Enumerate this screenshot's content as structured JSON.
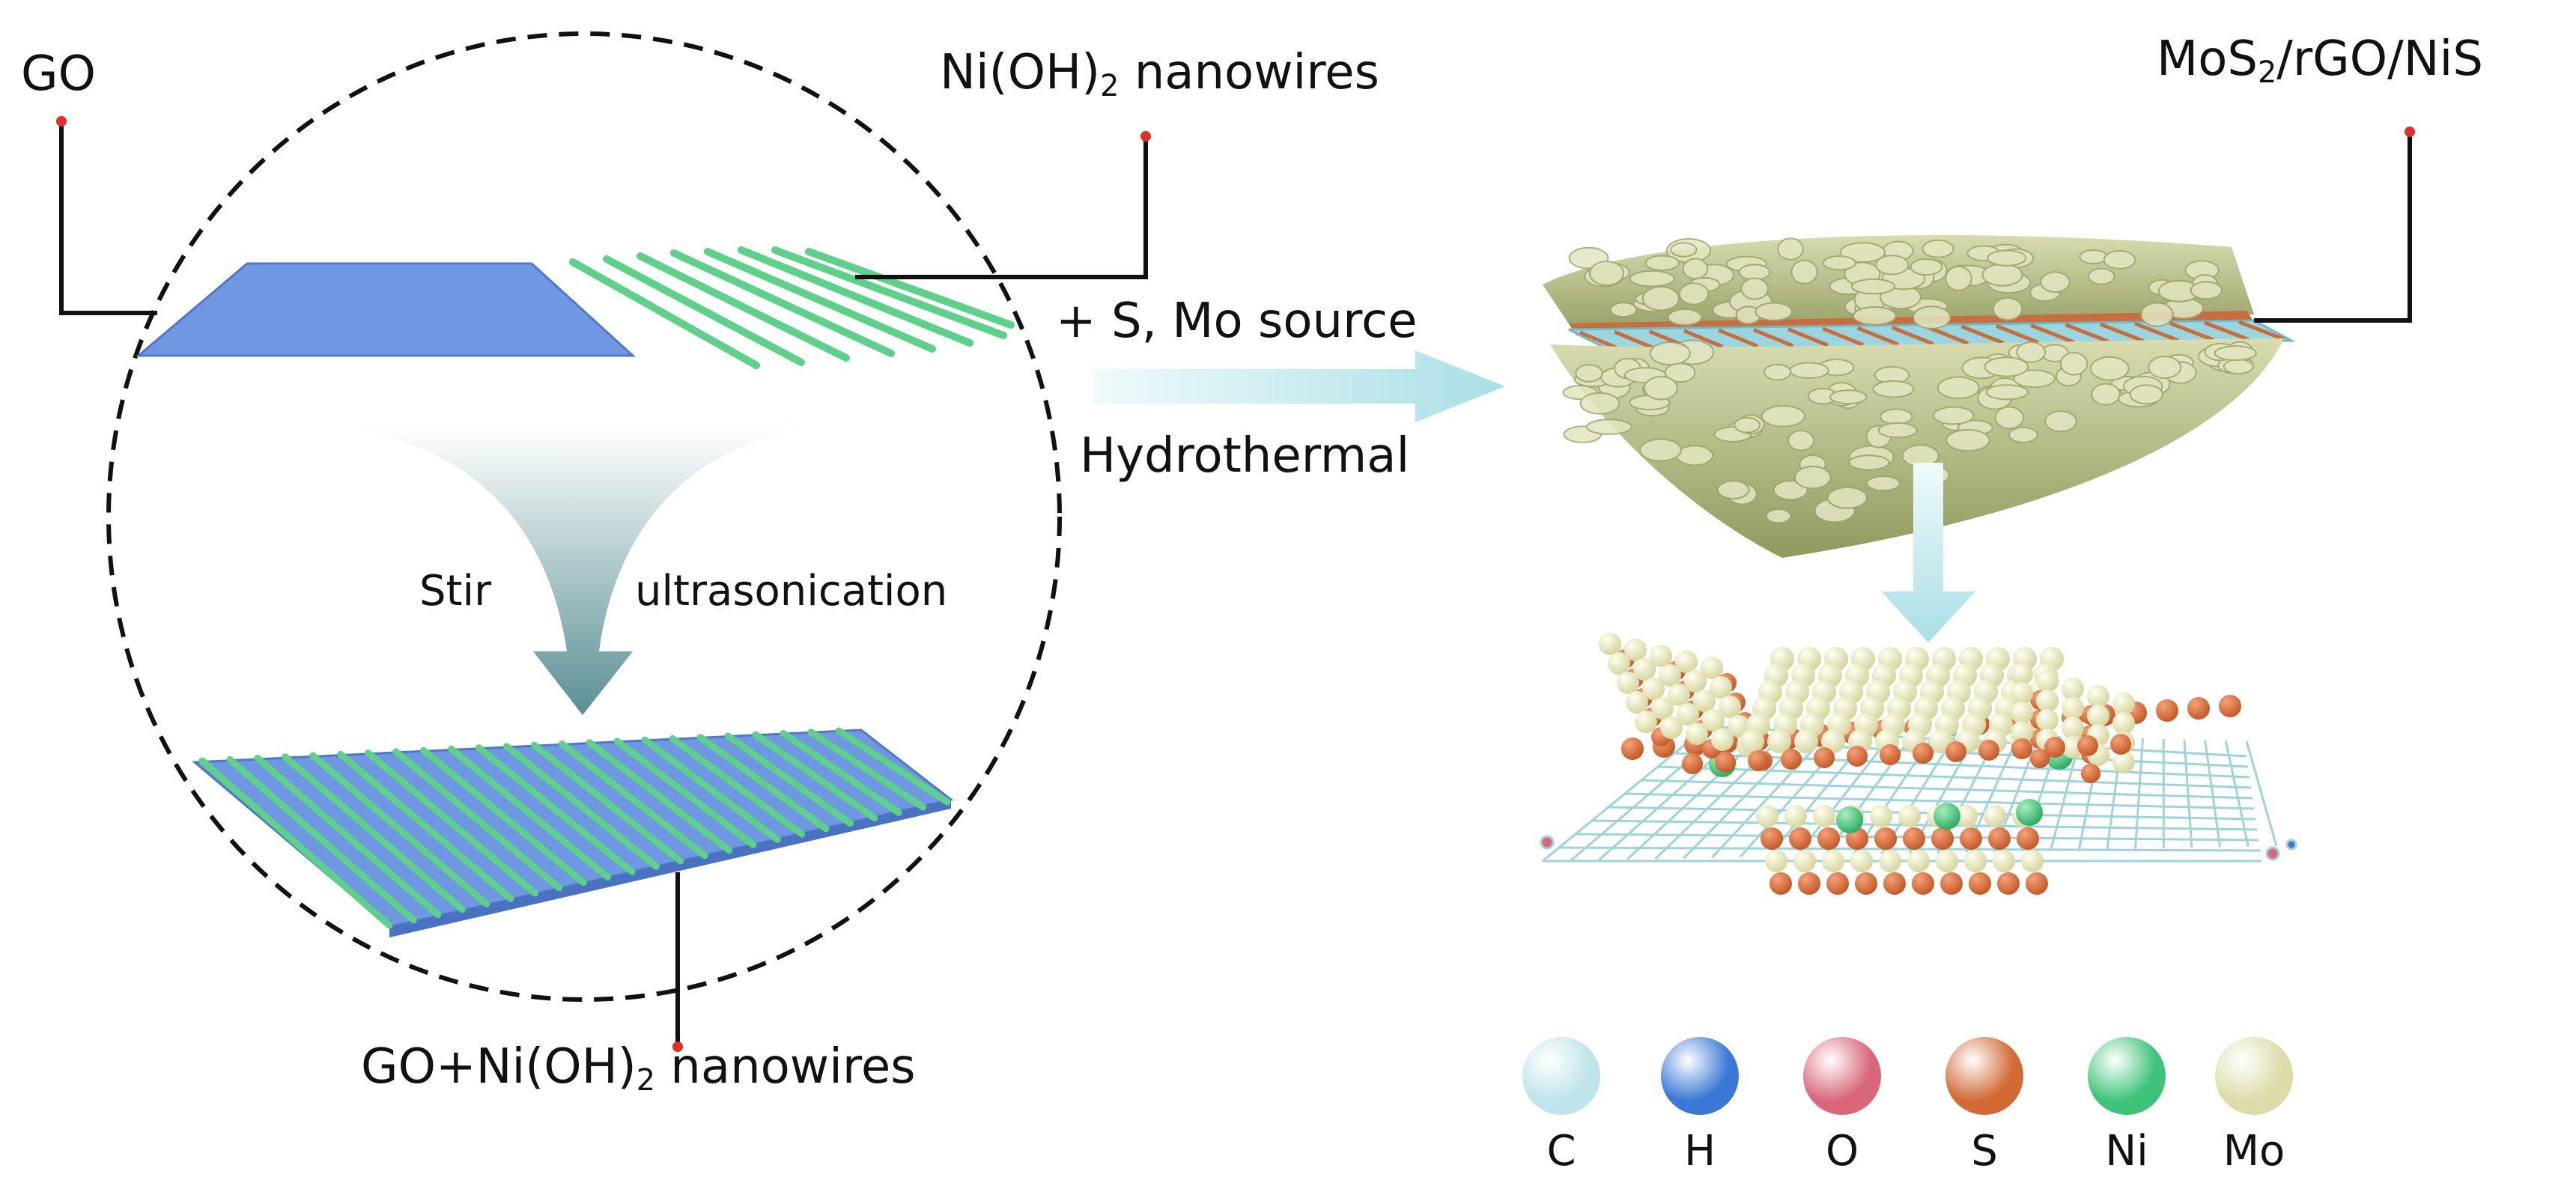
{
  "labels": {
    "go": "GO",
    "nioh_prefix": "Ni(OH)",
    "nioh_sub": "2",
    "nioh_suffix": " nanowires",
    "product_prefix": "MoS",
    "product_sub": "2",
    "product_suffix": "/rGO/NiS",
    "reagent": "+ S, Mo source",
    "method": "Hydrothermal",
    "stir": "Stir",
    "ultrasonication": "ultrasonication",
    "composite_prefix": "GO+Ni(OH)",
    "composite_sub": "2",
    "composite_suffix": " nanowires"
  },
  "legend": [
    {
      "symbol": "C",
      "color": "#bfe4ea"
    },
    {
      "symbol": "H",
      "color": "#3a78d4"
    },
    {
      "symbol": "O",
      "color": "#d9667a"
    },
    {
      "symbol": "S",
      "color": "#d36a35"
    },
    {
      "symbol": "Ni",
      "color": "#3ec47a"
    },
    {
      "symbol": "Mo",
      "color": "#dcdcaa"
    }
  ],
  "colors": {
    "go_sheet": "#6f97e2",
    "nanowire": "#5fd08a",
    "arrow": "#a9dfe6",
    "mos2_sheet": "#a9b47a",
    "pointer_dot": "#e0302a"
  }
}
